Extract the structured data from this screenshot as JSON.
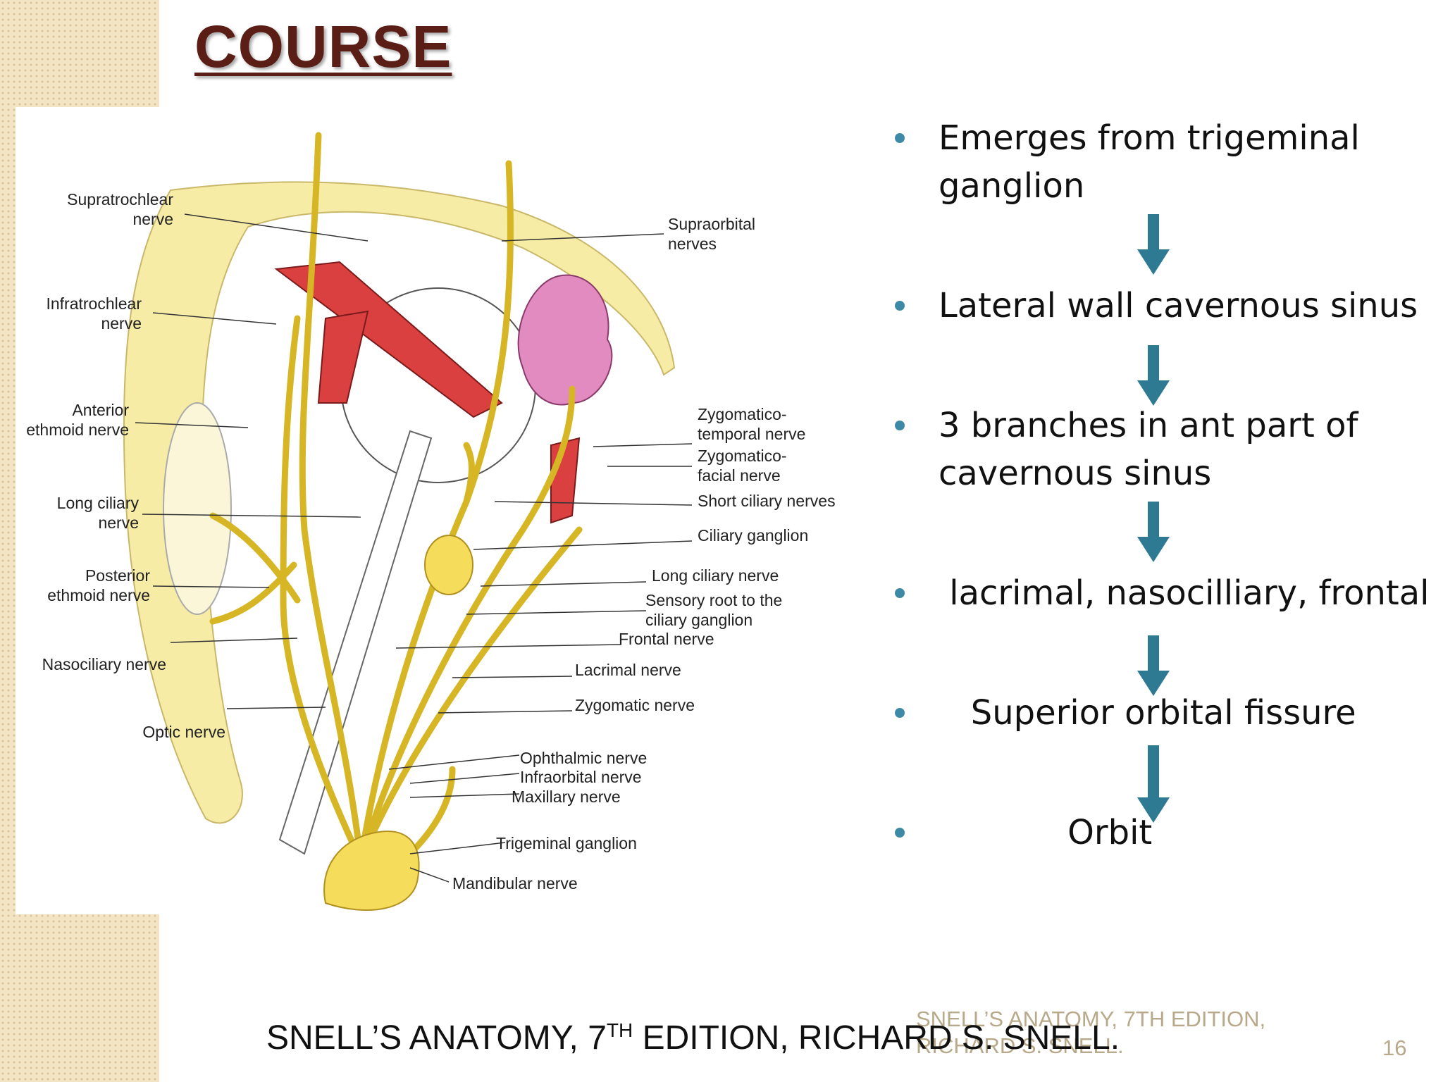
{
  "slide": {
    "title": "COURSE",
    "page_number": "16",
    "footer": "SNELL’S ANATOMY, 7TH EDITION, RICHARD S. SNELL.",
    "credit": {
      "before_sup": "SNELL’S ANATOMY, 7",
      "sup": "TH",
      "after_sup": " EDITION, RICHARD S. SNELL."
    }
  },
  "figure": {
    "labels_left": [
      {
        "line1": "Supratrochlear",
        "line2": "nerve"
      },
      {
        "line1": "Infratrochlear",
        "line2": "nerve"
      },
      {
        "line1": "Anterior",
        "line2": "ethmoid nerve"
      },
      {
        "line1": "Long ciliary",
        "line2": "nerve"
      },
      {
        "line1": "Posterior",
        "line2": "ethmoid nerve"
      },
      {
        "line1": "Nasociliary nerve",
        "line2": ""
      },
      {
        "line1": "Optic nerve",
        "line2": ""
      }
    ],
    "labels_right": [
      {
        "line1": "Supraorbital",
        "line2": "nerves"
      },
      {
        "line1": "Zygomatico-",
        "line2": "temporal nerve"
      },
      {
        "line1": "Zygomatico-",
        "line2": "facial nerve"
      },
      {
        "line1": "Short ciliary nerves",
        "line2": ""
      },
      {
        "line1": "Ciliary ganglion",
        "line2": ""
      },
      {
        "line1": "Long ciliary nerve",
        "line2": ""
      },
      {
        "line1": "Sensory root to the",
        "line2": "ciliary ganglion"
      },
      {
        "line1": "Frontal nerve",
        "line2": ""
      },
      {
        "line1": "Lacrimal nerve",
        "line2": ""
      },
      {
        "line1": "Zygomatic nerve",
        "line2": ""
      },
      {
        "line1": "Ophthalmic nerve",
        "line2": ""
      },
      {
        "line1": "Infraorbital nerve",
        "line2": ""
      },
      {
        "line1": "Maxillary nerve",
        "line2": ""
      },
      {
        "line1": "Trigeminal ganglion",
        "line2": ""
      },
      {
        "line1": "Mandibular nerve",
        "line2": ""
      }
    ]
  },
  "bullets": [
    "Emerges from trigeminal ganglion",
    "Lateral wall cavernous sinus",
    "3 branches in ant part of cavernous sinus",
    " lacrimal, nasocilliary, frontal",
    "   Superior orbital fissure",
    "            Orbit"
  ],
  "colors": {
    "accent": "#3e8aa6",
    "arrow": "#2e7a93",
    "title": "#5a1e16",
    "nerve": "#f5dc5a",
    "bone": "#f6eca6",
    "muscle": "#d9403f",
    "gland": "#e28bc0"
  }
}
